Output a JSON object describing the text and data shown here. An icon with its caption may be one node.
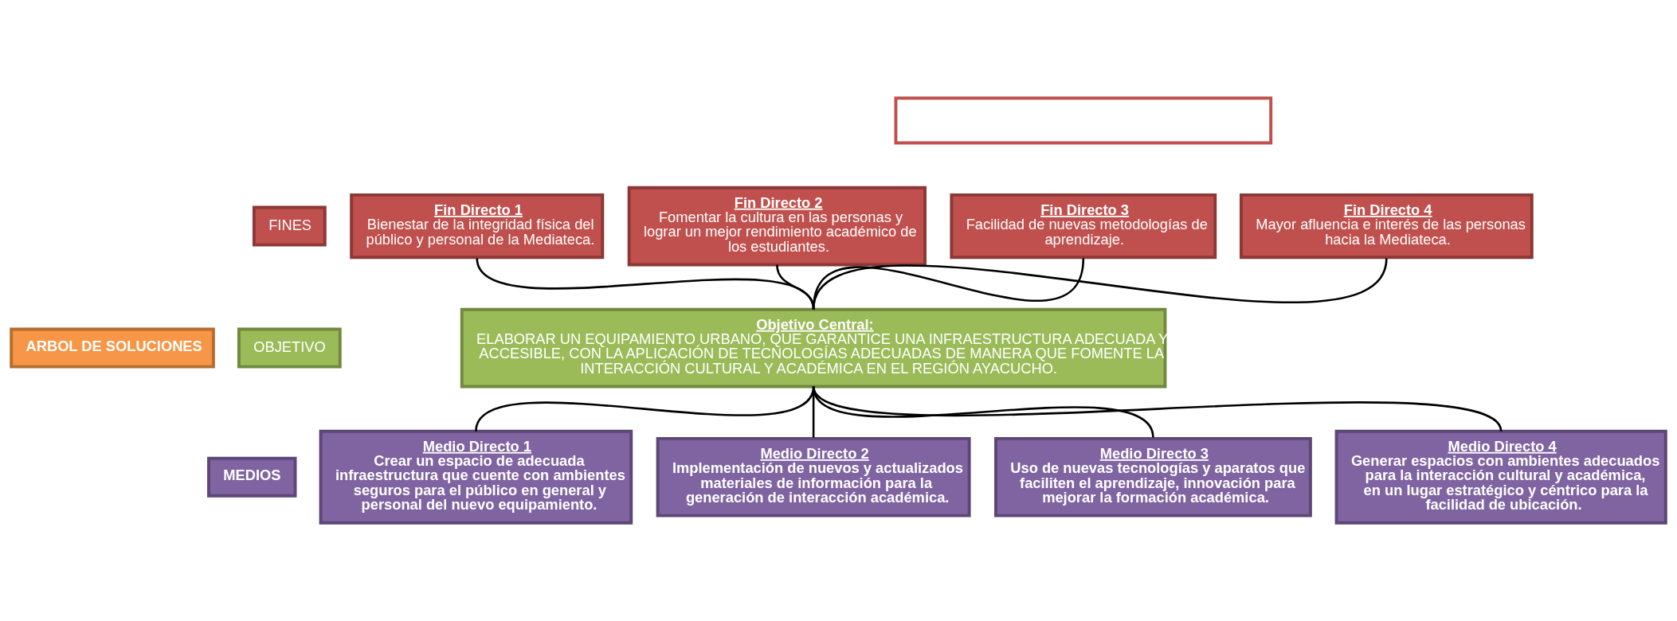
{
  "diagram": {
    "nodes": [
      {
        "text": [],
        "shape": "box"
      },
      {
        "text": [
          "ARBOL DE SOLUCIONES"
        ]
      },
      {
        "text": [
          "FINES"
        ]
      },
      {
        "text": [
          "OBJETIVO"
        ]
      },
      {
        "text": [
          "MEDIOS"
        ]
      },
      {
        "text": [
          "Fin Directo 1",
          "Bienestar de la integridad física del público y personal de la Mediateca."
        ]
      },
      {
        "text": [
          "Fin Directo 2",
          "Fomentar la cultura en las personas y lograr un mejor rendimiento académico de los estudiantes."
        ]
      },
      {
        "text": [
          "Fin Directo 3",
          "Facilidad de nuevas metodologías de aprendizaje."
        ]
      },
      {
        "text": [
          "Fin Directo 4",
          "Mayor afluencia e interés de las personas hacia la Mediateca."
        ]
      },
      {
        "text": [
          "Objetivo Central:",
          "ELABORAR UN EQUIPAMIENTO URBANO, QUE GARANTICE UNA INFRAESTRUCTURA ADECUADA Y ACCESIBLE, CON LA APLICACIÓN DE TECNOLOGÍAS ADECUADAS DE MANERA QUE FOMENTE LA INTERACCIÓN CULTURAL Y ACADÉMICA EN EL REGIÓN AYACUCHO."
        ]
      },
      {
        "text": [
          "Medio Directo 1",
          "Crear un espacio de adecuada infraestructura que cuente con ambientes seguros para el público en general y personal del nuevo equipamiento."
        ]
      },
      {
        "text": [
          "Medio Directo 2",
          "Implementación de nuevos y actualizados materiales de información para la generación de interacción académica."
        ]
      },
      {
        "text": [
          "Medio Directo 3",
          "Uso de nuevas tecnologías y aparatos que faciliten el aprendizaje, innovación para mejorar la formación académica."
        ]
      },
      {
        "text": [
          "Medio Directo 4",
          "Generar espacios con ambientes adecuados para la interacción cultural y académica, en un lugar estratégico y céntrico para la facilidad de ubicación."
        ]
      }
    ],
    "edges": [
      {
        "from": 5,
        "to": 9,
        "arrow": "none"
      },
      {
        "from": 6,
        "to": 9,
        "arrow": "none"
      },
      {
        "from": 7,
        "to": 9,
        "arrow": "none"
      },
      {
        "from": 8,
        "to": 9,
        "arrow": "none"
      },
      {
        "from": 9,
        "to": 10,
        "arrow": "none"
      },
      {
        "from": 9,
        "to": 11,
        "arrow": "none"
      },
      {
        "from": 9,
        "to": 12,
        "arrow": "none"
      },
      {
        "from": 9,
        "to": 13,
        "arrow": "none"
      }
    ]
  }
}
